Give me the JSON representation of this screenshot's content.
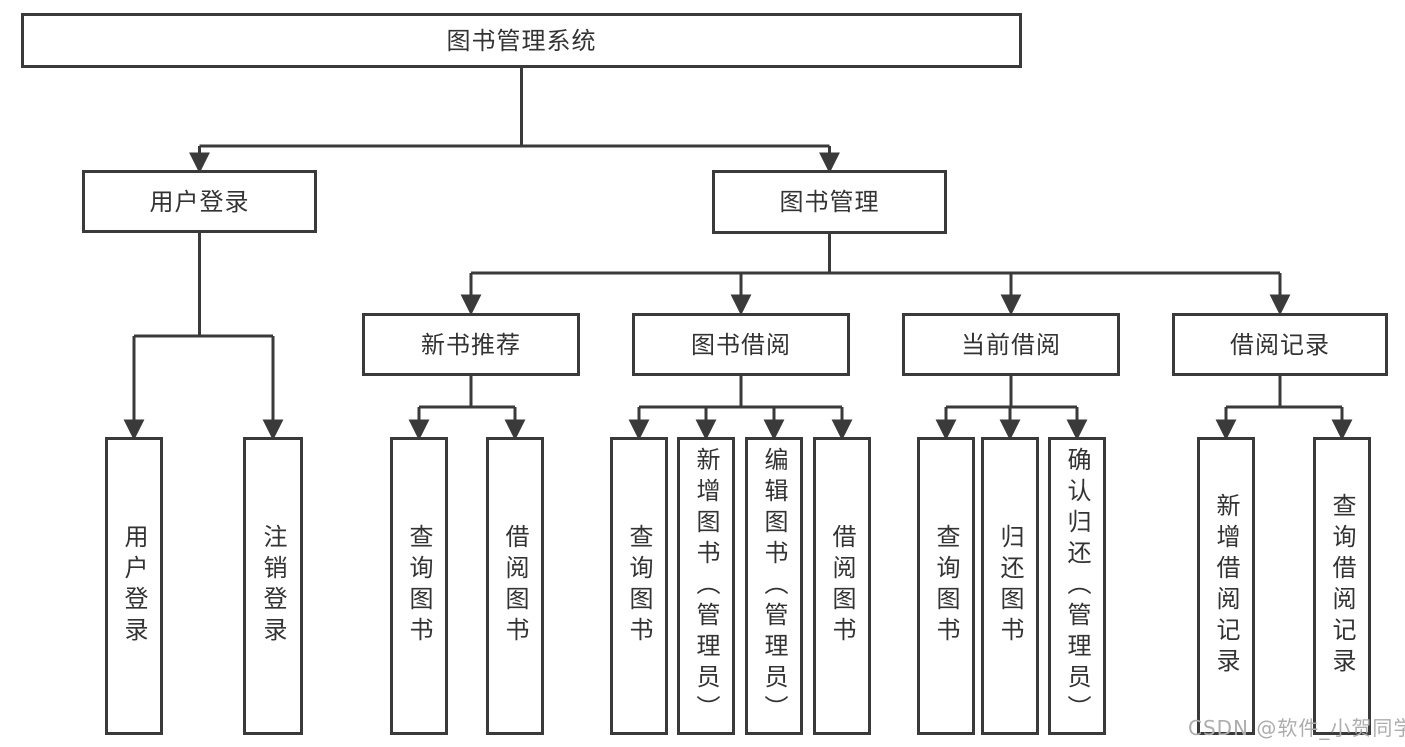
{
  "root": {
    "label": "图书管理系统"
  },
  "nodes": {
    "user_login": {
      "label": "用户登录"
    },
    "book_mgmt": {
      "label": "图书管理"
    },
    "new_book": {
      "label": "新书推荐"
    },
    "book_borrow": {
      "label": "图书借阅"
    },
    "current_borrow": {
      "label": "当前借阅"
    },
    "borrow_record": {
      "label": "借阅记录"
    }
  },
  "leaves": {
    "user_login_1": "用户登录",
    "user_login_2": "注销登录",
    "new_book_1": "查询图书",
    "new_book_2": "借阅图书",
    "book_borrow_1": "查询图书",
    "book_borrow_2": "新增图书（管理员）",
    "book_borrow_3": "编辑图书（管理员）",
    "book_borrow_4": "借阅图书",
    "current_borrow_1": "查询图书",
    "current_borrow_2": "归还图书",
    "current_borrow_3": "确认归还（管理员）",
    "borrow_record_1": "新增借阅记录",
    "borrow_record_2": "查询借阅记录"
  },
  "watermark": {
    "text": "CSDN @软件_小贺同学"
  },
  "colors": {
    "line": "#3a3a3a",
    "text": "#333333",
    "box_background": "#ffffff",
    "watermark": "#adadad"
  }
}
